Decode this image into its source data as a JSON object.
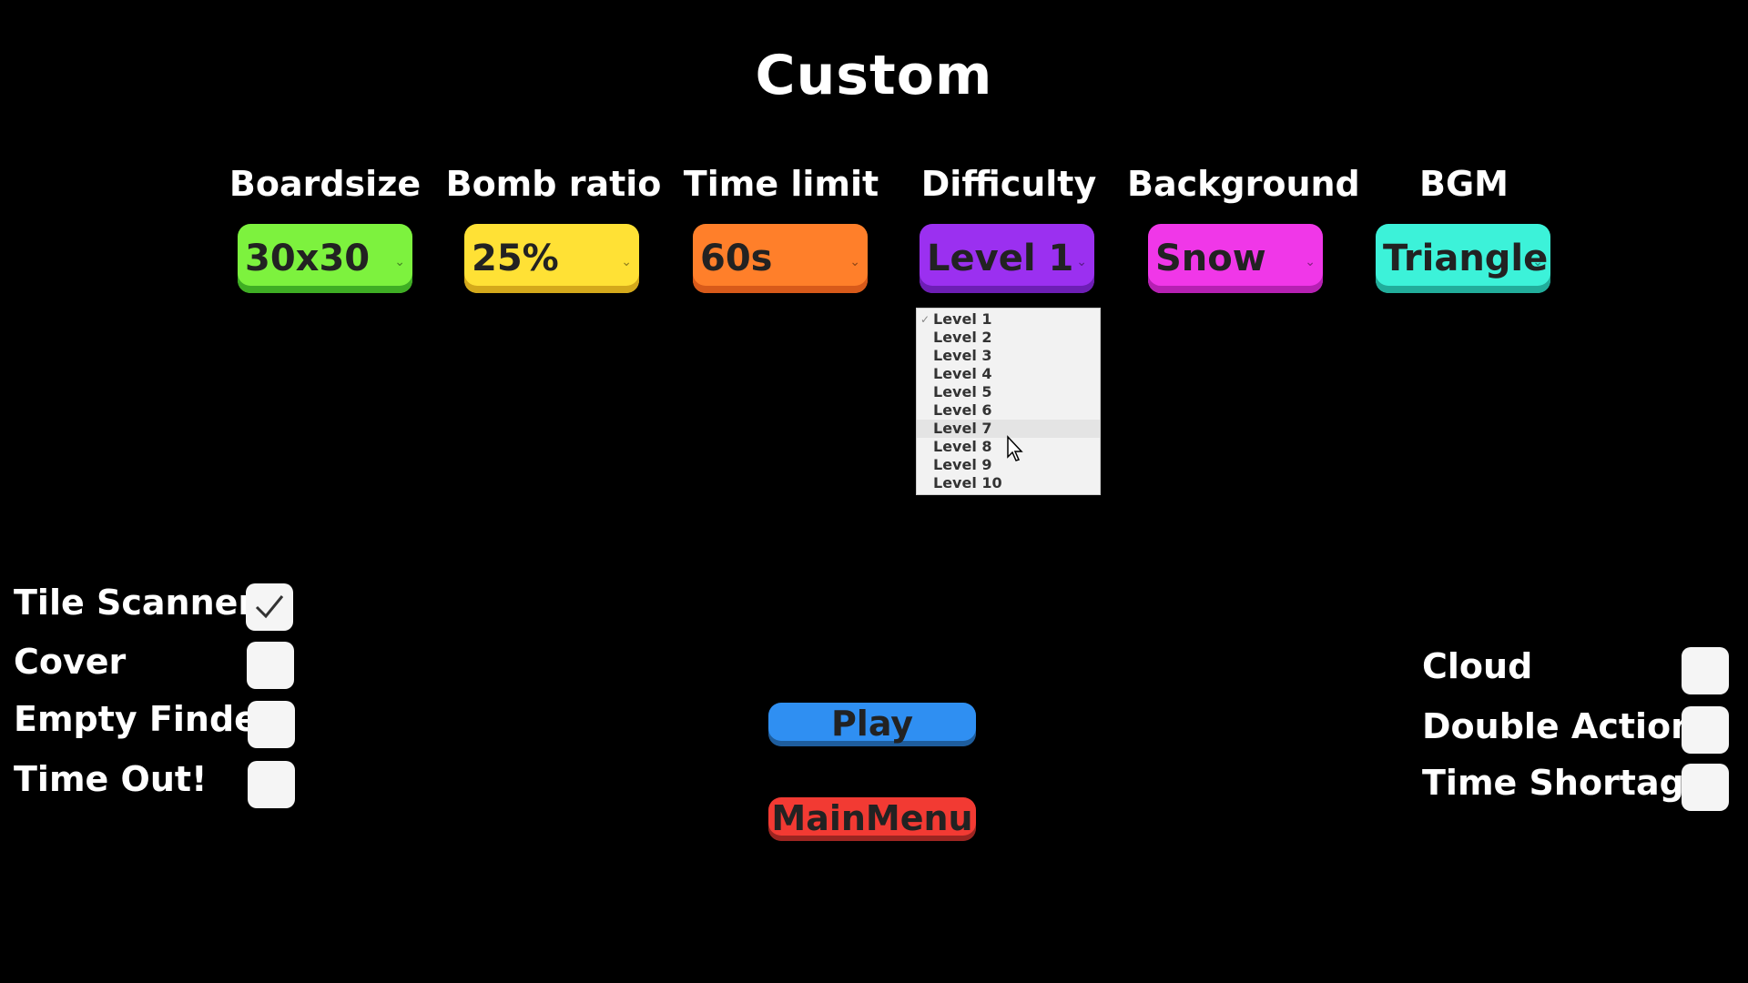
{
  "title": "Custom",
  "settings": [
    {
      "label": "Boardsize",
      "value": "30x30",
      "color": "#7df23e",
      "shadow": "#3fae24"
    },
    {
      "label": "Bomb ratio",
      "value": "25%",
      "color": "#ffe135",
      "shadow": "#d4a91b"
    },
    {
      "label": "Time limit",
      "value": "60s",
      "color": "#ff7f2a",
      "shadow": "#d85a1a"
    },
    {
      "label": "Difficulty",
      "value": "Level 1",
      "color": "#9b30f0",
      "shadow": "#6d1eb5"
    },
    {
      "label": "Background",
      "value": "Snow",
      "color": "#f037e8",
      "shadow": "#b620b3"
    },
    {
      "label": "BGM",
      "value": "Triangle",
      "color": "#3cf2d9",
      "shadow": "#21ad9b"
    }
  ],
  "difficulty_options": [
    "Level 1",
    "Level 2",
    "Level 3",
    "Level 4",
    "Level 5",
    "Level 6",
    "Level 7",
    "Level 8",
    "Level 9",
    "Level 10"
  ],
  "difficulty_selected": "Level 1",
  "difficulty_hovered": "Level 7",
  "left_toggles": [
    {
      "label": "Tile Scanner",
      "checked": true
    },
    {
      "label": "Cover",
      "checked": false
    },
    {
      "label": "Empty Finder",
      "checked": false
    },
    {
      "label": "Time Out!",
      "checked": false
    }
  ],
  "right_toggles": [
    {
      "label": "Cloud",
      "checked": false
    },
    {
      "label": "Double Action",
      "checked": false
    },
    {
      "label": "Time Shortage",
      "checked": false
    }
  ],
  "buttons": {
    "play": "Play",
    "main_menu": "MainMenu",
    "play_color": "#2f8ff2",
    "main_menu_color": "#f23a33"
  }
}
